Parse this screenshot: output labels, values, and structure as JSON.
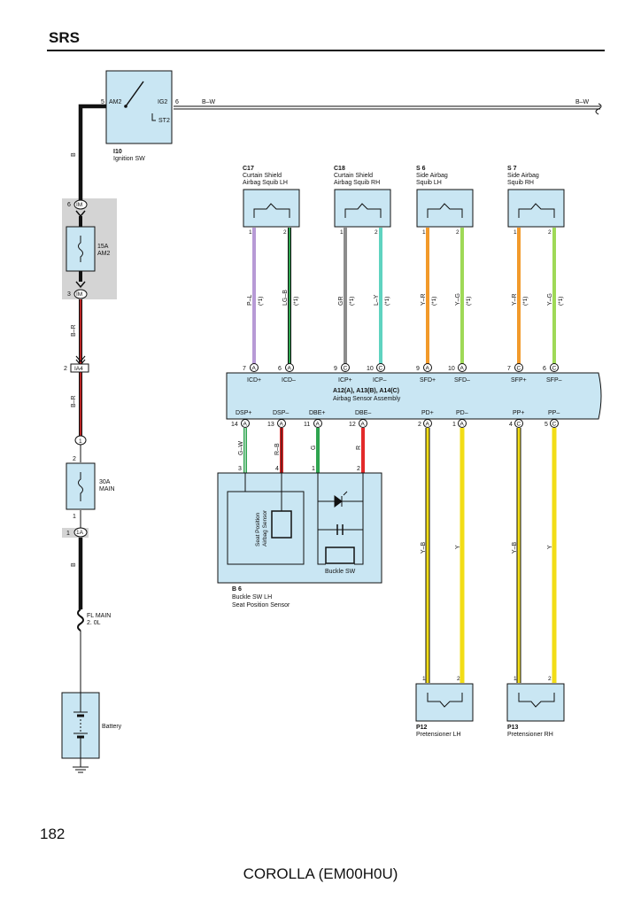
{
  "page": {
    "title": "SRS",
    "number": "182",
    "footer": "COROLLA (EM00H0U)"
  },
  "colors": {
    "component_fill": "#c9e6f3",
    "shaded_area": "#d4d4d4",
    "wire_black": "#111111",
    "wire_red": "#e32a2a",
    "wire_green": "#2ea44f",
    "wire_yellow": "#f2dd16",
    "wire_orange": "#f29a2b",
    "wire_purple": "#b79ad6",
    "wire_lightgreen": "#9fd957",
    "wire_gray": "#8c8c8c",
    "wire_cyan": "#5fd3c0"
  },
  "ignition": {
    "pin_left": "5",
    "term_am2": "AM2",
    "term_ig2": "IG2",
    "pin_right": "6",
    "term_st2": "ST2",
    "id": "I10",
    "name": "Ignition SW",
    "wire_out": "B–W",
    "wire_out_end": "B–W",
    "wire_down": "B"
  },
  "fuse_am2": {
    "pin_top": "6",
    "conn_top": "IM",
    "pin_bottom": "3",
    "conn_bottom": "IM",
    "rating": "15A",
    "name": "AM2",
    "wire_below": "B–R"
  },
  "conn_ia4": {
    "pin": "2",
    "name": "IA4",
    "wire_below": "B–R"
  },
  "fuse_main": {
    "node": "1",
    "pin_top": "2",
    "rating": "30A",
    "name": "MAIN",
    "pin_bottom": "1",
    "conn_pin": "1",
    "conn": "1A",
    "wire_below": "B"
  },
  "fl_main": {
    "name": "FL MAIN",
    "size": "2. 0L"
  },
  "battery": {
    "name": "Battery"
  },
  "squibs": [
    {
      "id": "C17",
      "name1": "Curtain Shield",
      "name2": "Airbag Squib LH",
      "pin1": "1",
      "pin2": "2",
      "w1": "P–L",
      "w2": "LG–B",
      "n1": "(*1)",
      "n2": "(*1)"
    },
    {
      "id": "C18",
      "name1": "Curtain Shield",
      "name2": "Airbag Squib RH",
      "pin1": "1",
      "pin2": "2",
      "w1": "GR",
      "w2": "L–Y",
      "n1": "(*1)",
      "n2": "(*1)"
    },
    {
      "id": "S 6",
      "name1": "Side Airbag",
      "name2": "Squib LH",
      "pin1": "1",
      "pin2": "2",
      "w1": "Y–R",
      "w2": "Y–G",
      "n1": "(*1)",
      "n2": "(*1)"
    },
    {
      "id": "S 7",
      "name1": "Side Airbag",
      "name2": "Squib RH",
      "pin1": "1",
      "pin2": "2",
      "w1": "Y–R",
      "w2": "Y–G",
      "n1": "(*1)",
      "n2": "(*1)"
    }
  ],
  "sensor": {
    "connectors": "A12(A), A13(B), A14(C)",
    "name": "Airbag Sensor Assembly",
    "top_pins": [
      {
        "pin": "7",
        "conn": "A",
        "label": "ICD+"
      },
      {
        "pin": "6",
        "conn": "A",
        "label": "ICD–"
      },
      {
        "pin": "9",
        "conn": "C",
        "label": "ICP+"
      },
      {
        "pin": "10",
        "conn": "C",
        "label": "ICP–"
      },
      {
        "pin": "9",
        "conn": "A",
        "label": "SFD+"
      },
      {
        "pin": "10",
        "conn": "A",
        "label": "SFD–"
      },
      {
        "pin": "7",
        "conn": "C",
        "label": "SFP+"
      },
      {
        "pin": "6",
        "conn": "C",
        "label": "SFP–"
      }
    ],
    "bottom_pins": [
      {
        "pin": "14",
        "conn": "A",
        "label": "DSP+"
      },
      {
        "pin": "13",
        "conn": "A",
        "label": "DSP–"
      },
      {
        "pin": "11",
        "conn": "A",
        "label": "DBE+"
      },
      {
        "pin": "12",
        "conn": "A",
        "label": "DBE–"
      },
      {
        "pin": "2",
        "conn": "A",
        "label": "PD+"
      },
      {
        "pin": "1",
        "conn": "A",
        "label": "PD–"
      },
      {
        "pin": "4",
        "conn": "C",
        "label": "PP+"
      },
      {
        "pin": "5",
        "conn": "C",
        "label": "PP–"
      }
    ]
  },
  "b6_wires": [
    {
      "name": "G–W",
      "pin": "3"
    },
    {
      "name": "R–B",
      "pin": "4"
    },
    {
      "name": "G",
      "pin": "1"
    },
    {
      "name": "R",
      "pin": "2"
    }
  ],
  "buckle": {
    "id": "B 6",
    "name1": "Buckle SW LH",
    "name2": "Seat Position Sensor",
    "sensor_label1": "Seat Position",
    "sensor_label2": "Airbag Sensor",
    "switch_label": "Buckle SW"
  },
  "pretensioner_wires": [
    "Y–B",
    "Y",
    "Y–B",
    "Y"
  ],
  "pretensioners": [
    {
      "id": "P12",
      "name": "Pretensioner LH",
      "pin1": "1",
      "pin2": "2"
    },
    {
      "id": "P13",
      "name": "Pretensioner RH",
      "pin1": "1",
      "pin2": "2"
    }
  ]
}
